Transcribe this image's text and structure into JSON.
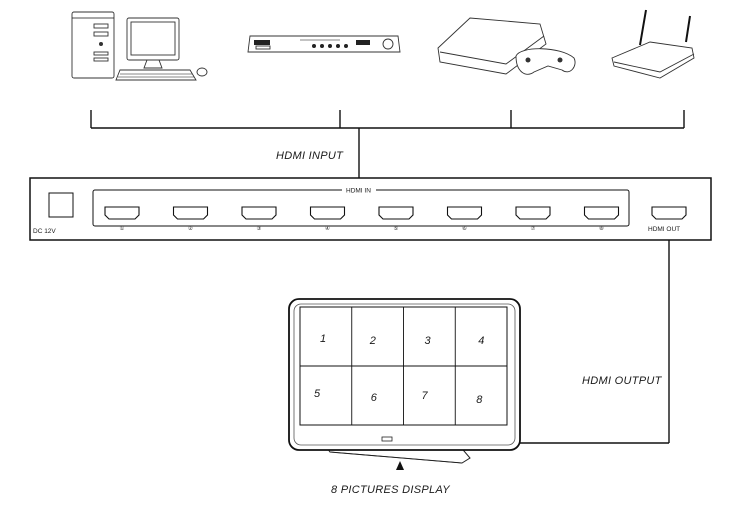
{
  "labels": {
    "hdmi_input": "HDMI INPUT",
    "hdmi_output": "HDMI OUTPUT",
    "display_caption": "8 PICTURES DISPLAY",
    "panel_hdmi_in": "HDMI IN",
    "panel_hdmi_out": "HDMI OUT",
    "panel_power": "DC 12V"
  },
  "ports": [
    "①",
    "②",
    "③",
    "④",
    "⑤",
    "⑥",
    "⑦",
    "⑧"
  ],
  "display_cells": [
    "1",
    "2",
    "3",
    "4",
    "5",
    "6",
    "7",
    "8"
  ],
  "devices": [
    {
      "name": "desktop-computer",
      "icon": "pc-icon"
    },
    {
      "name": "dvd-player",
      "icon": "dvd-player-icon"
    },
    {
      "name": "game-console",
      "icon": "game-console-icon"
    },
    {
      "name": "wifi-router",
      "icon": "router-icon"
    }
  ]
}
